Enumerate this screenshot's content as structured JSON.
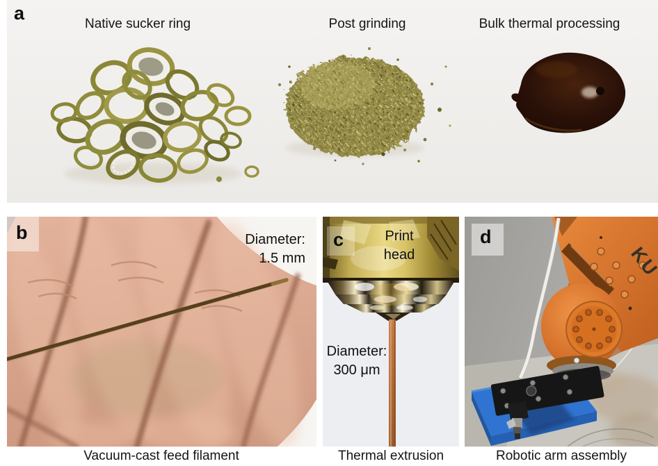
{
  "figure": {
    "panel_a": {
      "label": "a",
      "stage1_title": "Native sucker ring",
      "stage2_title": "Post grinding",
      "stage3_title": "Bulk thermal processing"
    },
    "panel_b": {
      "label": "b",
      "diameter_label": "Diameter:",
      "diameter_value": "1.5 mm",
      "caption": "Vacuum-cast feed filament"
    },
    "panel_c": {
      "label": "c",
      "printhead_line1": "Print",
      "printhead_line2": "head",
      "diameter_label": "Diameter:",
      "diameter_value": "300 μm",
      "caption": "Thermal extrusion"
    },
    "panel_d": {
      "label": "d",
      "brand_text": "KU",
      "caption": "Robotic arm assembly"
    },
    "colors": {
      "panel_a_background": "#f1f0ee",
      "ring_olive": "#8f8c3d",
      "powder_gold": "#a89f56",
      "melt_dark_brown": "#2a1408",
      "skin_tone": "#d8a58d",
      "feed_filament_brown": "#57411d",
      "extruded_filament_orange": "#b06a38",
      "print_head_gold": "#d9c468",
      "robot_orange": "#d4702a",
      "platform_blue": "#2f74d0"
    }
  }
}
